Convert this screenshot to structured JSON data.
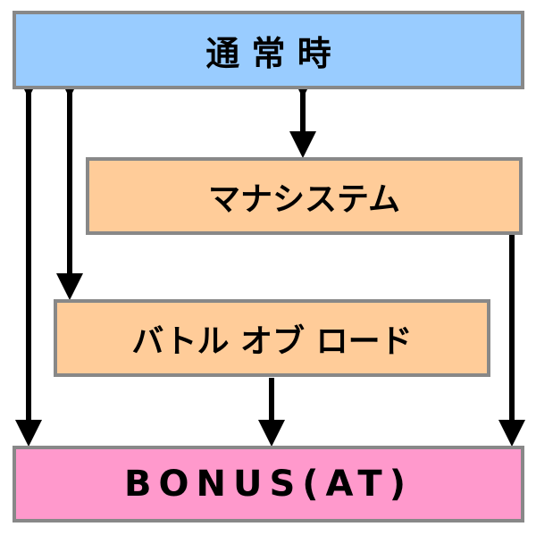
{
  "colors": {
    "normal": "#99ccff",
    "mana": "#ffcc99",
    "battle": "#ffcc99",
    "bonus": "#ff99cc",
    "border": "#888888",
    "arrow": "#000000"
  },
  "nodes": {
    "normal": {
      "label": "通 常 時"
    },
    "mana": {
      "label": "マナシステム"
    },
    "battle": {
      "label": "バトル オブ ロード"
    },
    "bonus": {
      "label": "BONUS(AT)"
    }
  },
  "edges": [
    {
      "from": "normal",
      "to": "bonus",
      "type": "bidirectional"
    },
    {
      "from": "normal",
      "to": "battle",
      "type": "bidirectional"
    },
    {
      "from": "normal",
      "to": "mana",
      "type": "bidirectional"
    },
    {
      "from": "battle",
      "to": "bonus",
      "type": "directed"
    },
    {
      "from": "mana",
      "to": "bonus",
      "type": "directed"
    }
  ]
}
